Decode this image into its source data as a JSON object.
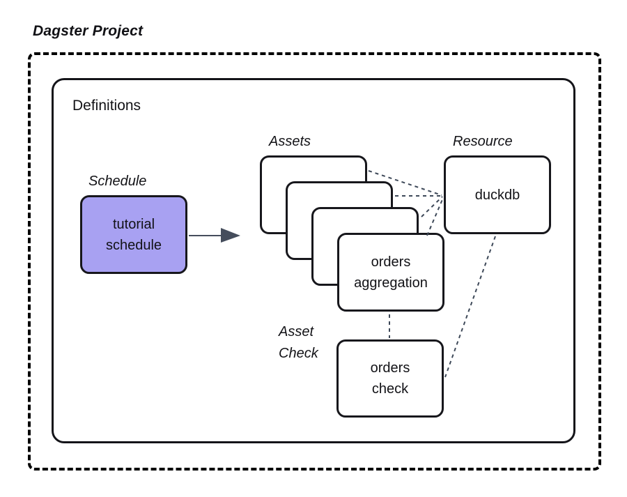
{
  "page": {
    "title": "Dagster Project",
    "definitions": {
      "label": "Definitions"
    },
    "schedule": {
      "group_label": "Schedule",
      "node_label": "tutorial\nschedule"
    },
    "assets": {
      "group_label": "Assets",
      "stack_count": 4,
      "front_node_label": "orders\naggregation"
    },
    "resource": {
      "group_label": "Resource",
      "node_label": "duckdb"
    },
    "asset_check": {
      "group_label": "Asset\nCheck",
      "node_label": "orders\ncheck"
    },
    "colors": {
      "schedule_fill": "#a8a1f2",
      "node_border": "#17171c",
      "outline": "#000000",
      "connector": "#3d4858",
      "arrow": "#454d5c",
      "text": "#121216"
    }
  }
}
